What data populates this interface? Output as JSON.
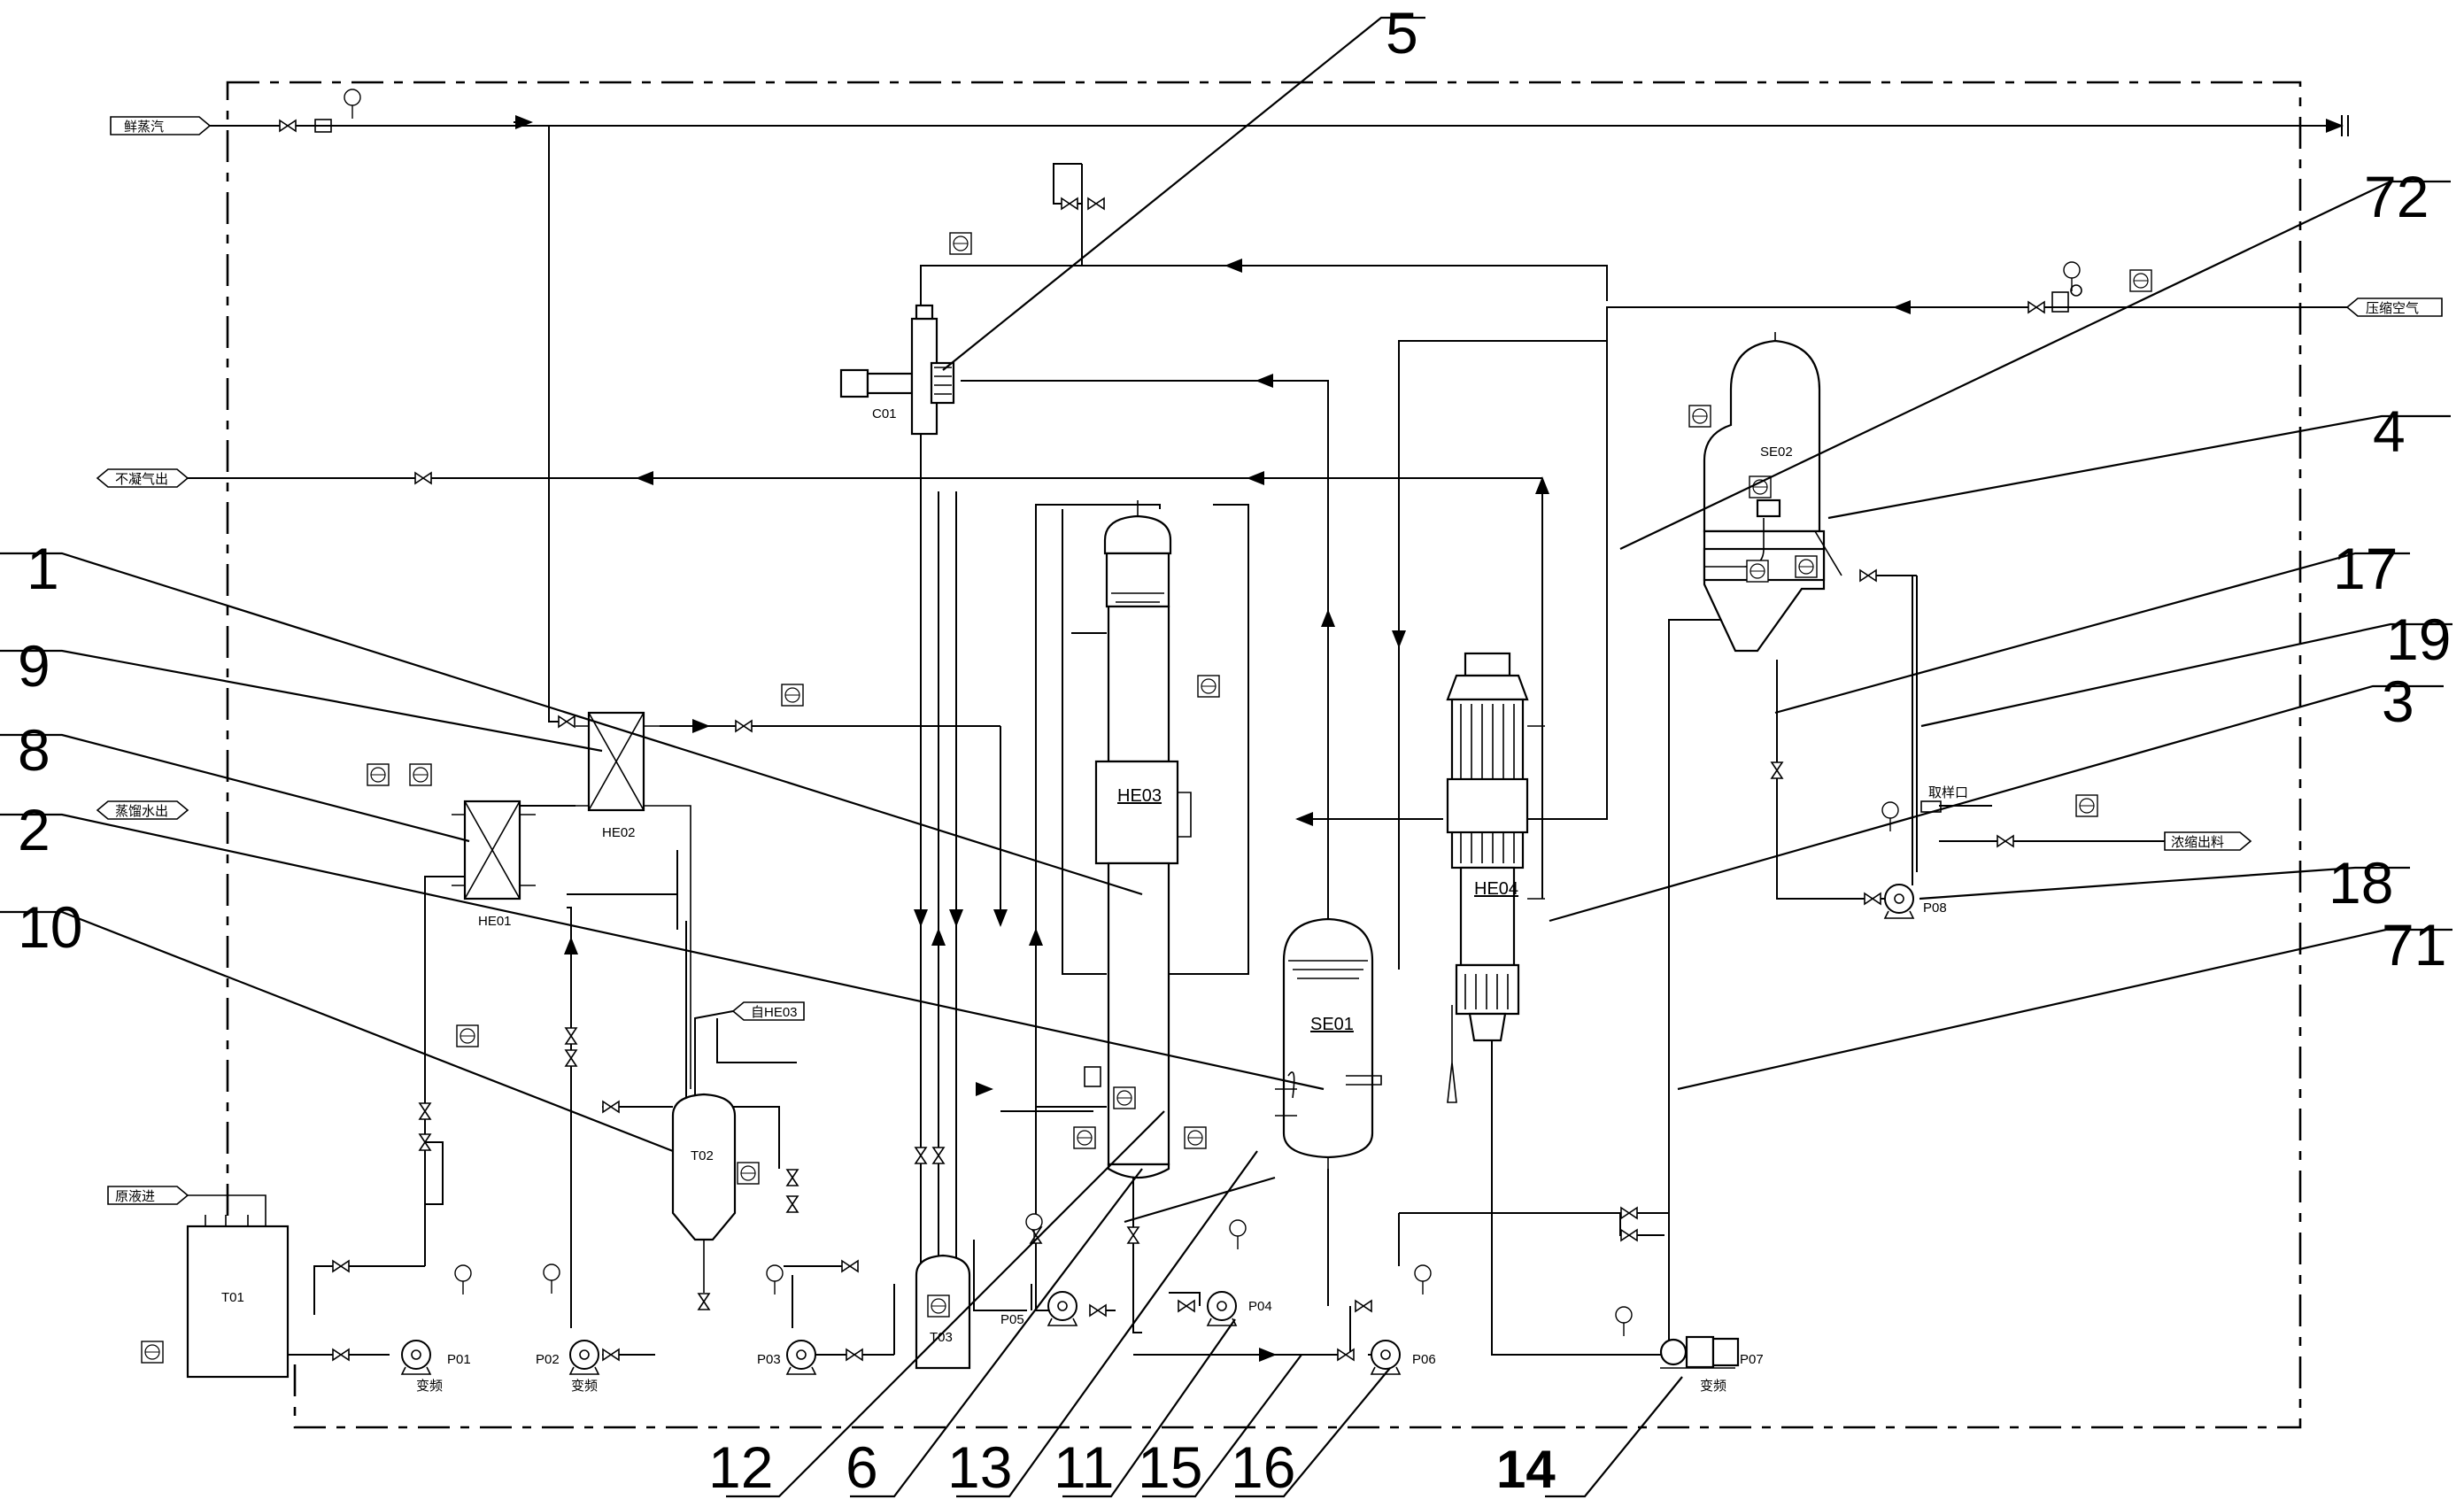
{
  "streams": {
    "steam_in": "鲜蒸汽",
    "air_in": "压缩空气",
    "noncond_out": "不凝气出",
    "condensate_out": "蒸馏水出",
    "feed_in": "原液进",
    "product_out": "浓缩出料",
    "from_he03": "自HE03",
    "sample_port": "取样口"
  },
  "equipment": {
    "T01": "T01",
    "T02": "T02",
    "T03": "T03",
    "HE01": "HE01",
    "HE02": "HE02",
    "HE03": "HE03",
    "HE04": "HE04",
    "SE01": "SE01",
    "SE02": "SE02",
    "C01": "C01",
    "P01": "P01",
    "P02": "P02",
    "P03": "P03",
    "P04": "P04",
    "P05": "P05",
    "P06": "P06",
    "P07": "P07",
    "P08": "P08"
  },
  "notes": {
    "vfd": "变频"
  },
  "callouts": [
    "1",
    "2",
    "3",
    "4",
    "5",
    "6",
    "8",
    "9",
    "10",
    "11",
    "12",
    "13",
    "14",
    "15",
    "16",
    "17",
    "18",
    "19",
    "71",
    "72"
  ]
}
